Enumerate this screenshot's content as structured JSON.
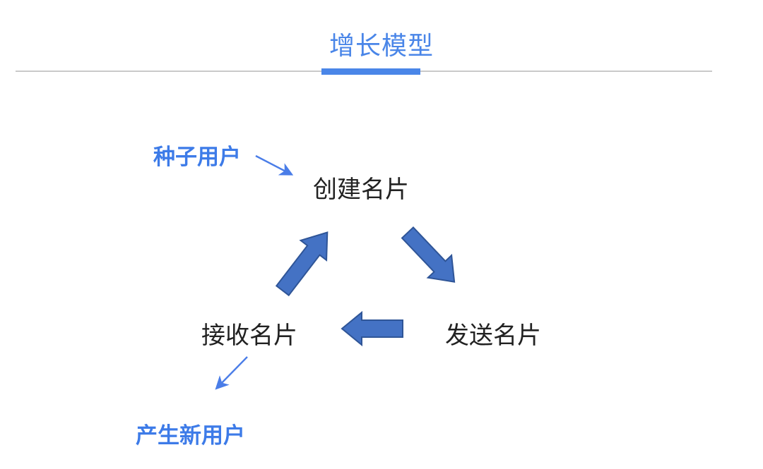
{
  "page": {
    "background_color": "#ffffff"
  },
  "header": {
    "title": "增长模型",
    "title_color": "#4a86e8",
    "underline_color": "#4a86e8",
    "divider_color": "#c9c9c9"
  },
  "diagram": {
    "nodes": {
      "create": {
        "label": "创建名片"
      },
      "send": {
        "label": "发送名片"
      },
      "receive": {
        "label": "接收名片"
      }
    },
    "annotations": {
      "seed_users": {
        "label": "种子用户",
        "color": "#3d7be8"
      },
      "new_users": {
        "label": "产生新用户",
        "color": "#3d7be8"
      }
    },
    "arrows": {
      "block_arrow_fill": "#4472c4",
      "block_arrow_stroke": "#2f5597",
      "thin_arrow_color": "#4a7de8",
      "icons": [
        "block-arrow-down-right-icon",
        "block-arrow-left-icon",
        "block-arrow-up-right-icon",
        "thin-arrow-seed-to-create-icon",
        "thin-arrow-receive-to-new-users-icon"
      ]
    }
  }
}
